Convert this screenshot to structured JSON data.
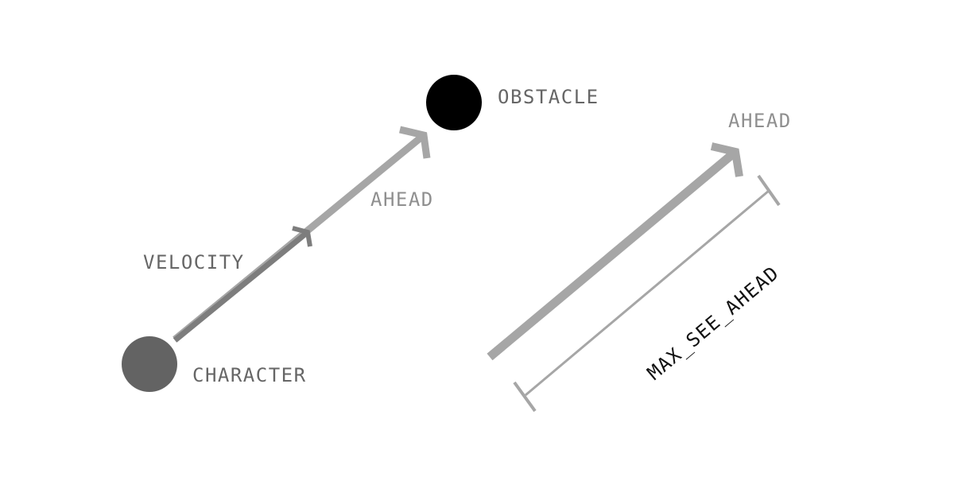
{
  "labels": {
    "obstacle": "OBSTACLE",
    "ahead_left": "AHEAD",
    "velocity": "VELOCITY",
    "character": "CHARACTER",
    "ahead_right": "AHEAD",
    "max_see_ahead": "MAX_SEE_AHEAD"
  },
  "colors": {
    "background": "#ffffff",
    "character": "#636363",
    "obstacle": "#000000",
    "velocity_vector": "#7d7d7d",
    "ahead_vector": "#a6a6a6",
    "dimension_line": "#a6a6a6",
    "label_dark": "#666666",
    "label_light": "#8f8f8f",
    "label_black": "#111111"
  }
}
